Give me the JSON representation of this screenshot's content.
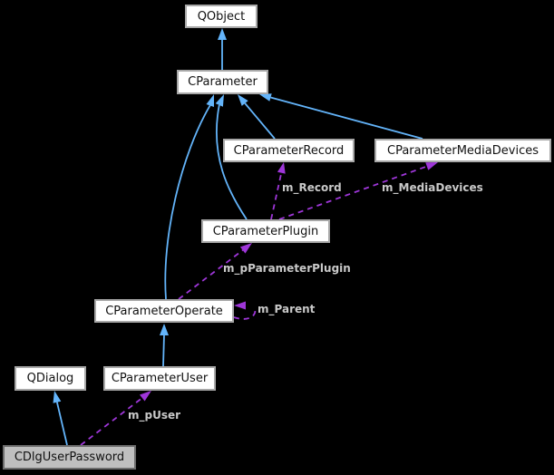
{
  "diagram": {
    "kind": "collaboration-graph",
    "background": "#000000",
    "colors": {
      "inheritance_edge": "#63b4fa",
      "usage_edge": "#9e36d8",
      "node_fill": "#ffffff",
      "node_border": "#a8a8a8",
      "node_text": "#111111",
      "highlight_node_fill": "#bfbfbf",
      "highlight_node_border": "#6d6d6d",
      "edge_label_text": "#c9c9c9"
    },
    "nodes": {
      "qobject": {
        "label": "QObject"
      },
      "cparameter": {
        "label": "CParameter"
      },
      "record": {
        "label": "CParameterRecord"
      },
      "media": {
        "label": "CParameterMediaDevices"
      },
      "plugin": {
        "label": "CParameterPlugin"
      },
      "operate": {
        "label": "CParameterOperate"
      },
      "qdialog": {
        "label": "QDialog"
      },
      "user": {
        "label": "CParameterUser"
      },
      "dlg": {
        "label": "CDlgUserPassword",
        "highlighted": true
      }
    },
    "edge_labels": {
      "m_record": "m_Record",
      "m_media_devices": "m_MediaDevices",
      "m_p_parameter_plugin": "m_pParameterPlugin",
      "m_parent": "m_Parent",
      "m_p_user": "m_pUser"
    },
    "edges": [
      {
        "from": "CParameter",
        "to": "QObject",
        "type": "inheritance"
      },
      {
        "from": "CParameterRecord",
        "to": "CParameter",
        "type": "inheritance"
      },
      {
        "from": "CParameterMediaDevices",
        "to": "CParameter",
        "type": "inheritance"
      },
      {
        "from": "CParameterPlugin",
        "to": "CParameter",
        "type": "inheritance"
      },
      {
        "from": "CParameterOperate",
        "to": "CParameter",
        "type": "inheritance"
      },
      {
        "from": "CParameterUser",
        "to": "CParameterOperate",
        "type": "inheritance"
      },
      {
        "from": "CDlgUserPassword",
        "to": "QDialog",
        "type": "inheritance"
      },
      {
        "from": "CParameterPlugin",
        "to": "CParameterRecord",
        "type": "usage",
        "label": "m_Record"
      },
      {
        "from": "CParameterPlugin",
        "to": "CParameterMediaDevices",
        "type": "usage",
        "label": "m_MediaDevices"
      },
      {
        "from": "CParameterOperate",
        "to": "CParameterPlugin",
        "type": "usage",
        "label": "m_pParameterPlugin"
      },
      {
        "from": "CParameterOperate",
        "to": "CParameterOperate",
        "type": "usage",
        "label": "m_Parent"
      },
      {
        "from": "CDlgUserPassword",
        "to": "CParameterUser",
        "type": "usage",
        "label": "m_pUser"
      }
    ]
  }
}
